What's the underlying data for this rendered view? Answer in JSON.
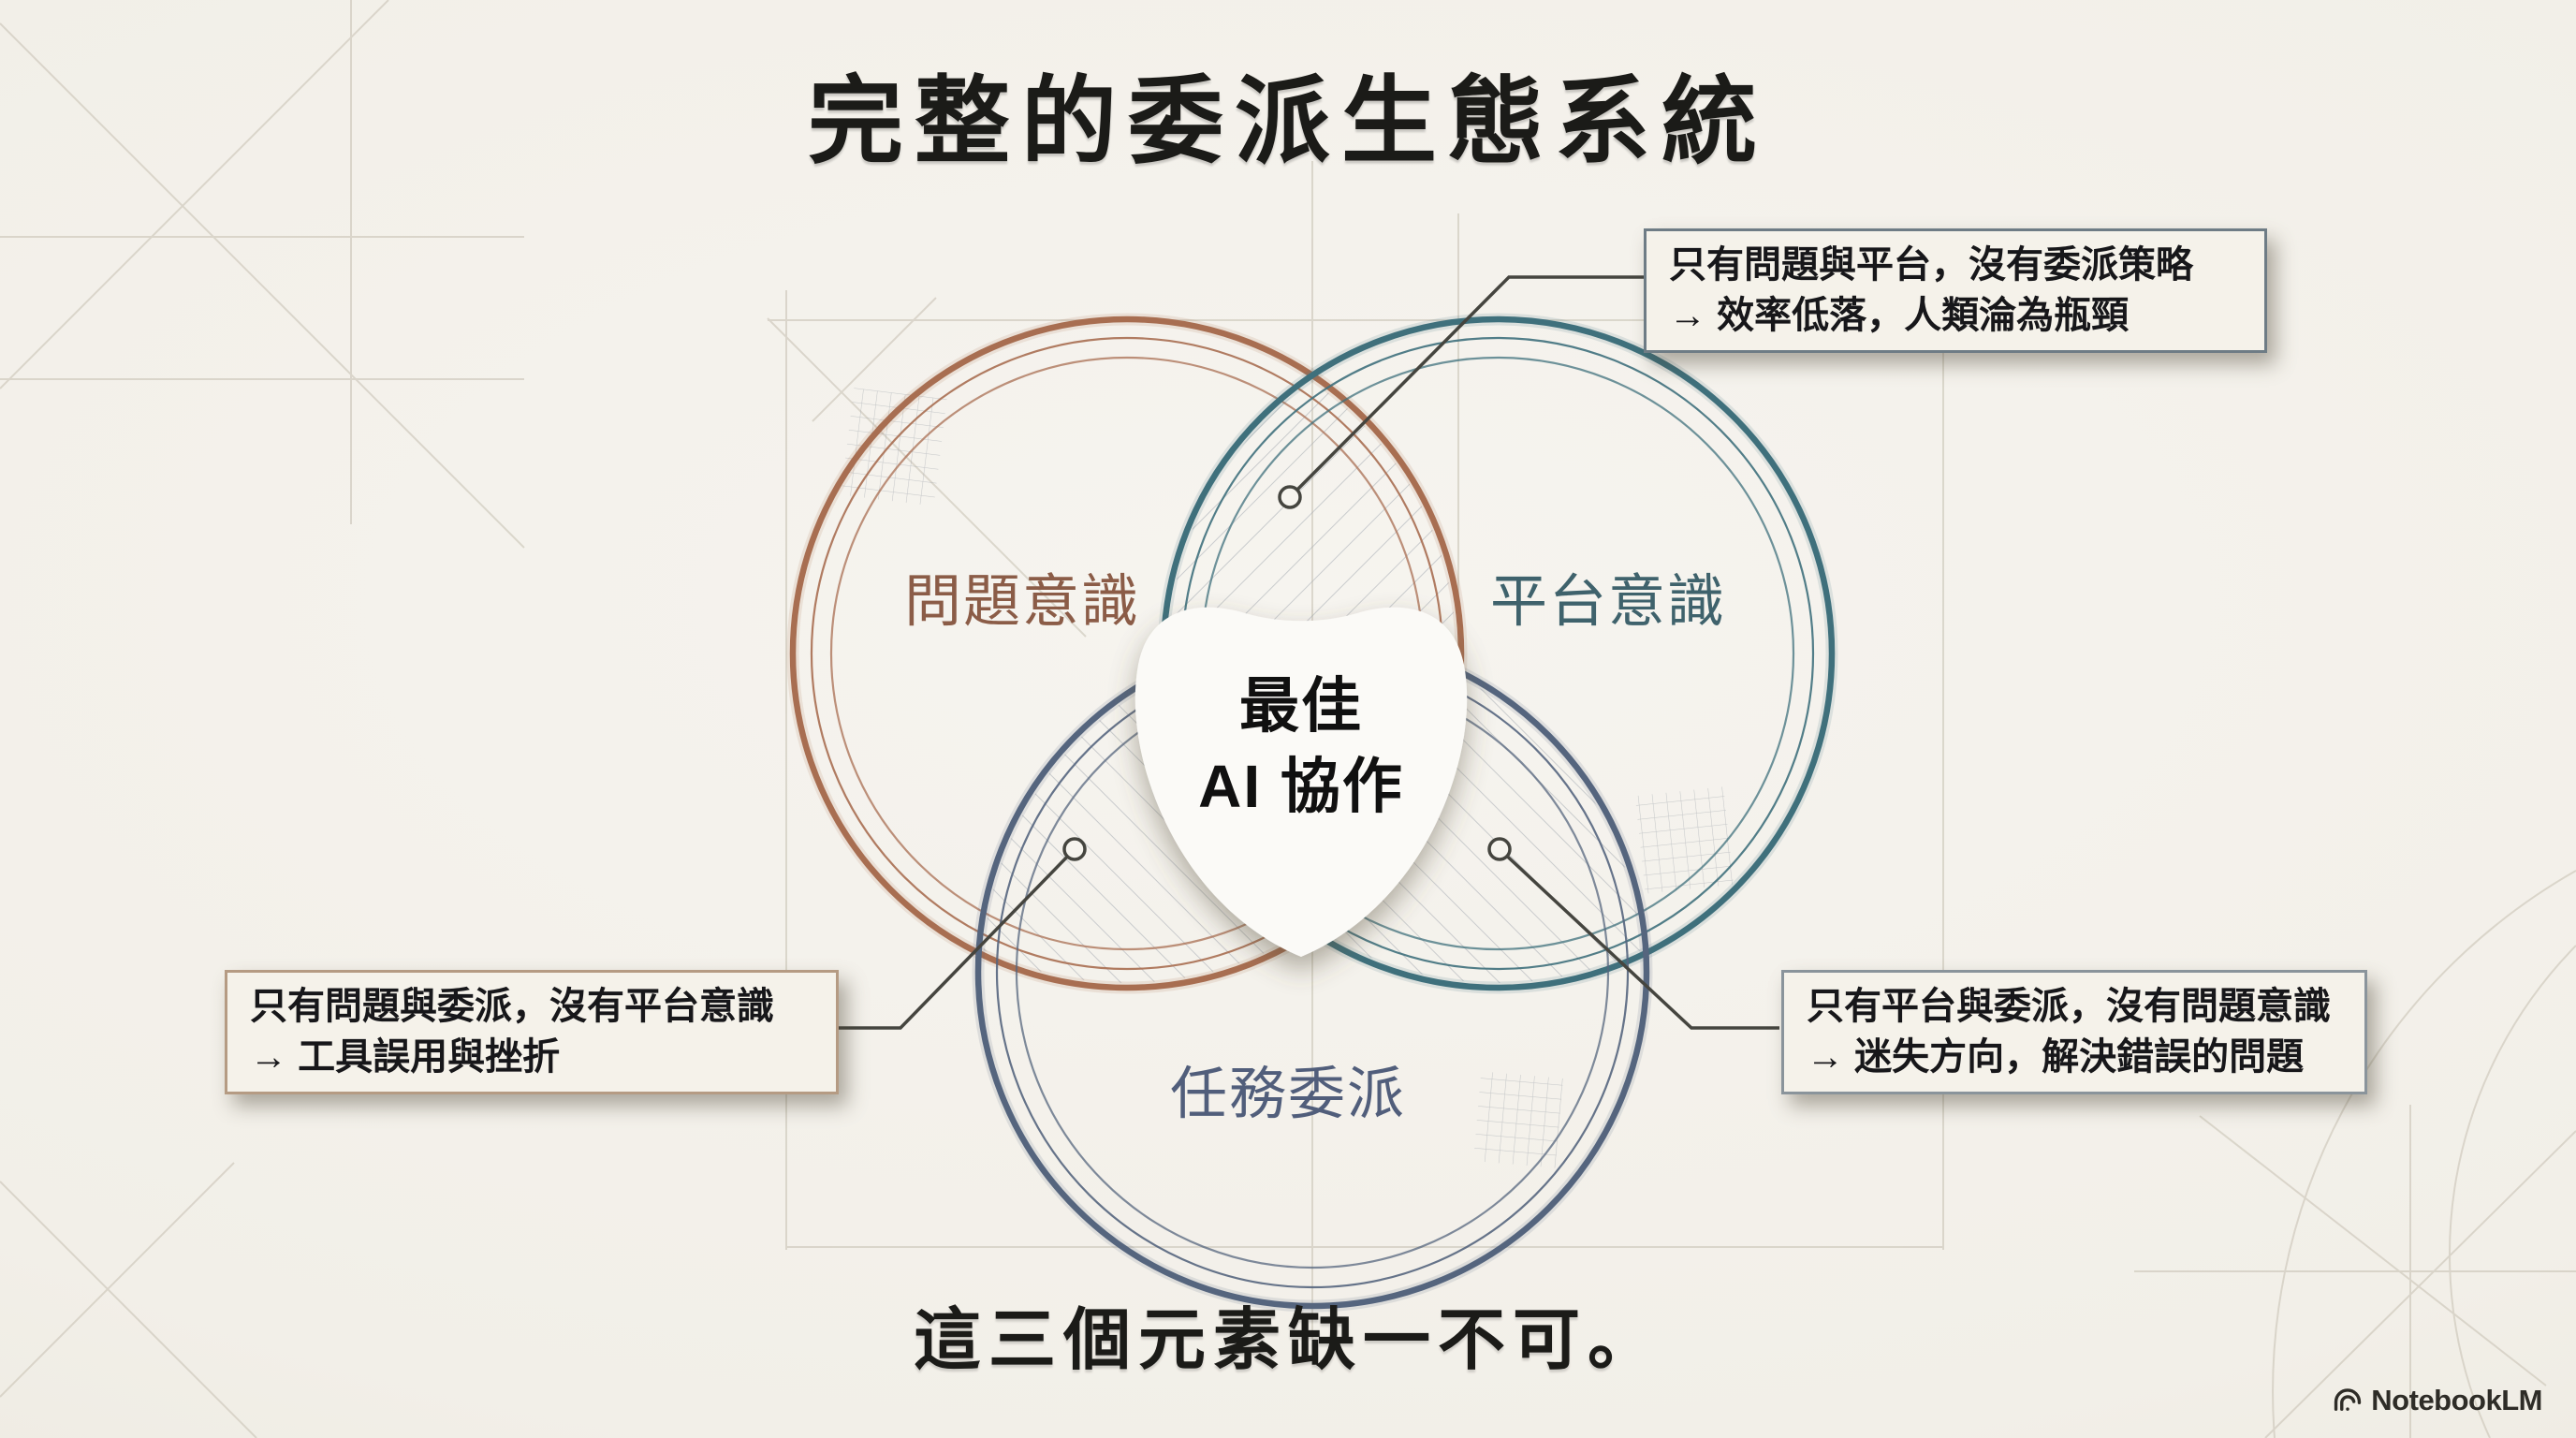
{
  "title": "完整的委派生態系統",
  "caption": "這三個元素缺一不可。",
  "center": {
    "line1": "最佳",
    "line2": "AI 協作"
  },
  "circles": {
    "problem": {
      "label": "問題意識"
    },
    "platform": {
      "label": "平台意識"
    },
    "delegation": {
      "label": "任務委派"
    }
  },
  "callouts": {
    "top_right": {
      "line1": "只有問題與平台，沒有委派策略",
      "line2": "→ 效率低落，人類淪為瓶頸"
    },
    "left": {
      "line1": "只有問題與委派，沒有平台意識",
      "line2": "→ 工具誤用與挫折"
    },
    "right": {
      "line1": "只有平台與委派，沒有問題意識",
      "line2": "→ 迷失方向，解決錯誤的問題"
    }
  },
  "watermark": {
    "label": "NotebookLM"
  },
  "colors": {
    "c-ink": "#1b1b18",
    "c-problem": "#a86e51",
    "c-platform": "#3f707c",
    "c-delegation": "#55657e",
    "c-problem-text": "#8b5c47",
    "c-platform-text": "#3f626c",
    "c-delegation-text": "#515e7b",
    "c-box-bg": "#f5f2ea",
    "c-border-top": "#6e7c85",
    "c-border-left": "#b59b83",
    "c-border-right": "#8a949b",
    "c-leader": "#45453f",
    "c-construction": "#cdc7ba",
    "c-hatch": "#a6abb2"
  }
}
